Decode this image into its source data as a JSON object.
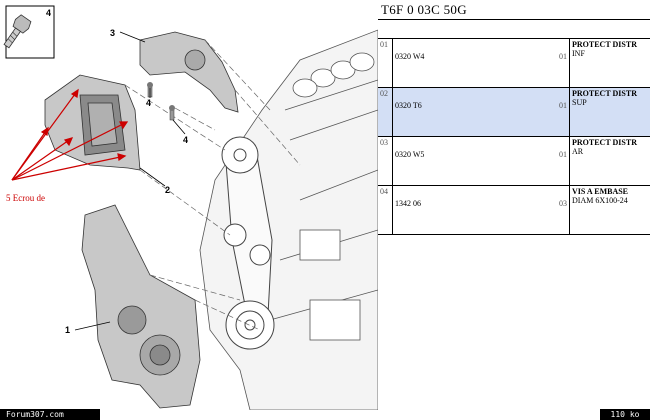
{
  "diagram": {
    "inset_label": "4",
    "callouts": [
      "1",
      "2",
      "3",
      "4",
      "4"
    ],
    "annotation": "5 Ecrou de"
  },
  "parts": {
    "reference": "T6F 0 03C 50G",
    "rows": [
      {
        "index": "01",
        "ref": "0320 W4",
        "qty": "01",
        "desc": "PROTECT DISTR",
        "desc2": "INF",
        "highlight": false
      },
      {
        "index": "02",
        "ref": "0320 T6",
        "qty": "01",
        "desc": "PROTECT DISTR",
        "desc2": "SUP",
        "highlight": true
      },
      {
        "index": "03",
        "ref": "0320 W5",
        "qty": "01",
        "desc": "PROTECT DISTR",
        "desc2": "AR",
        "highlight": false
      },
      {
        "index": "04",
        "ref": "1342 06",
        "qty": "03",
        "desc": "VIS A EMBASE",
        "desc2": "DIAM 6X100-24",
        "highlight": false
      }
    ]
  },
  "footer": {
    "source": "Forum307.com",
    "size": "110 ko"
  },
  "colors": {
    "highlight_row": "#d3dff5",
    "annotation_red": "#cc0000",
    "part_gray": "#c8c8c8"
  }
}
